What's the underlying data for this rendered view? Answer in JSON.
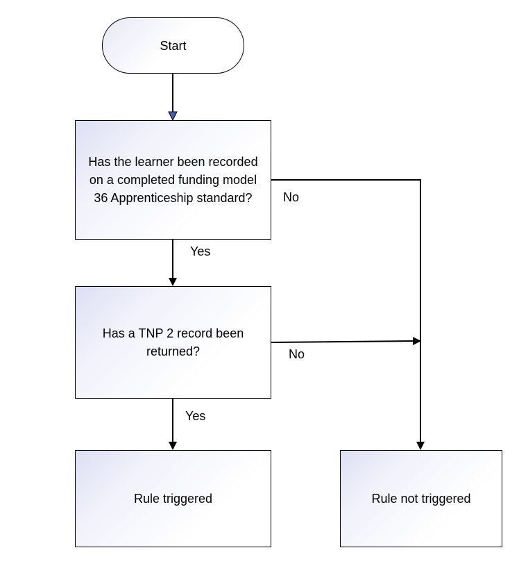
{
  "flowchart": {
    "start": "Start",
    "question_1": "Has the learner been recorded on a completed funding model 36 Apprenticeship standard?",
    "question_2": "Has a TNP 2 record been returned?",
    "outcome_triggered": "Rule triggered",
    "outcome_not_triggered": "Rule not triggered",
    "q1_yes": "Yes",
    "q1_no": "No",
    "q2_yes": "Yes",
    "q2_no": "No"
  },
  "colors": {
    "box_gradient": "#dde0f3",
    "line": "#000000",
    "start_arrow": "#4a5fb0"
  }
}
